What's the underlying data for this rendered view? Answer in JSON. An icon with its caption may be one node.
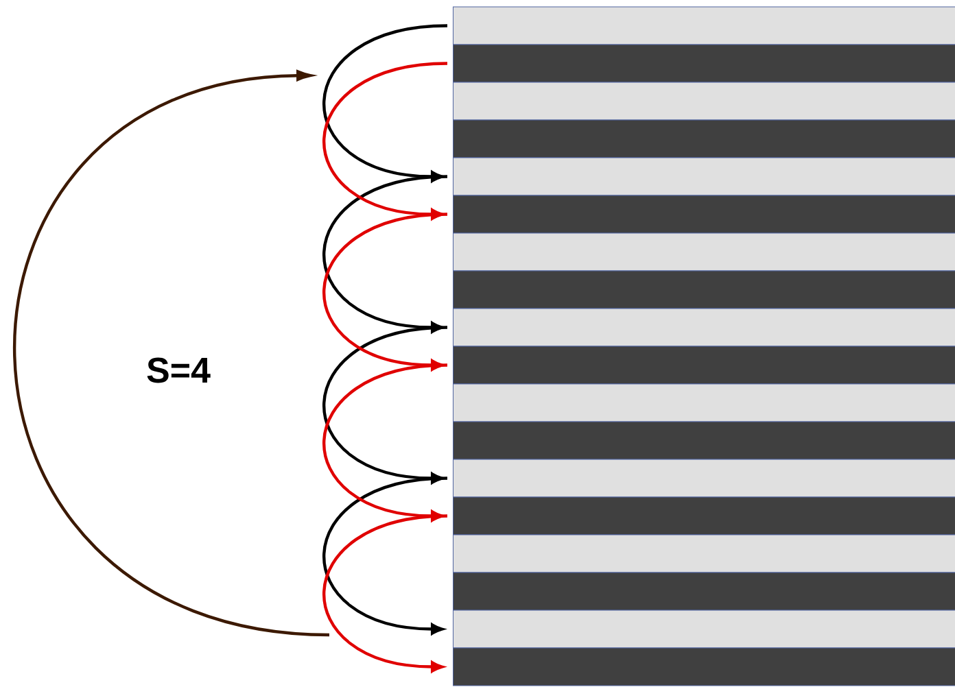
{
  "diagram": {
    "nodes": [
      {
        "text": [],
        "shape": "bar"
      },
      {
        "text": [],
        "shape": "bar"
      },
      {
        "text": [],
        "shape": "bar"
      },
      {
        "text": [],
        "shape": "bar"
      },
      {
        "text": [],
        "shape": "bar"
      },
      {
        "text": [],
        "shape": "bar"
      },
      {
        "text": [],
        "shape": "bar"
      },
      {
        "text": [],
        "shape": "bar"
      },
      {
        "text": [],
        "shape": "bar"
      },
      {
        "text": [],
        "shape": "bar"
      },
      {
        "text": [],
        "shape": "bar"
      },
      {
        "text": [],
        "shape": "bar"
      },
      {
        "text": [],
        "shape": "bar"
      },
      {
        "text": [],
        "shape": "bar"
      },
      {
        "text": [],
        "shape": "bar"
      },
      {
        "text": [],
        "shape": "bar"
      },
      {
        "text": [],
        "shape": "bar"
      },
      {
        "text": [],
        "shape": "bar"
      }
    ],
    "edges": [
      {
        "from": 0,
        "to": 4,
        "arrow": "to"
      },
      {
        "from": 4,
        "to": 8,
        "arrow": "to"
      },
      {
        "from": 8,
        "to": 12,
        "arrow": "to"
      },
      {
        "from": 12,
        "to": 16,
        "arrow": "to"
      },
      {
        "from": 1,
        "to": 5,
        "arrow": "to",
        "color": "#e00000"
      },
      {
        "from": 5,
        "to": 9,
        "arrow": "to",
        "color": "#e00000"
      },
      {
        "from": 9,
        "to": 13,
        "arrow": "to",
        "color": "#e00000"
      },
      {
        "from": 13,
        "to": 17,
        "arrow": "to",
        "color": "#e00000"
      }
    ],
    "labels": [
      "S=4"
    ]
  }
}
